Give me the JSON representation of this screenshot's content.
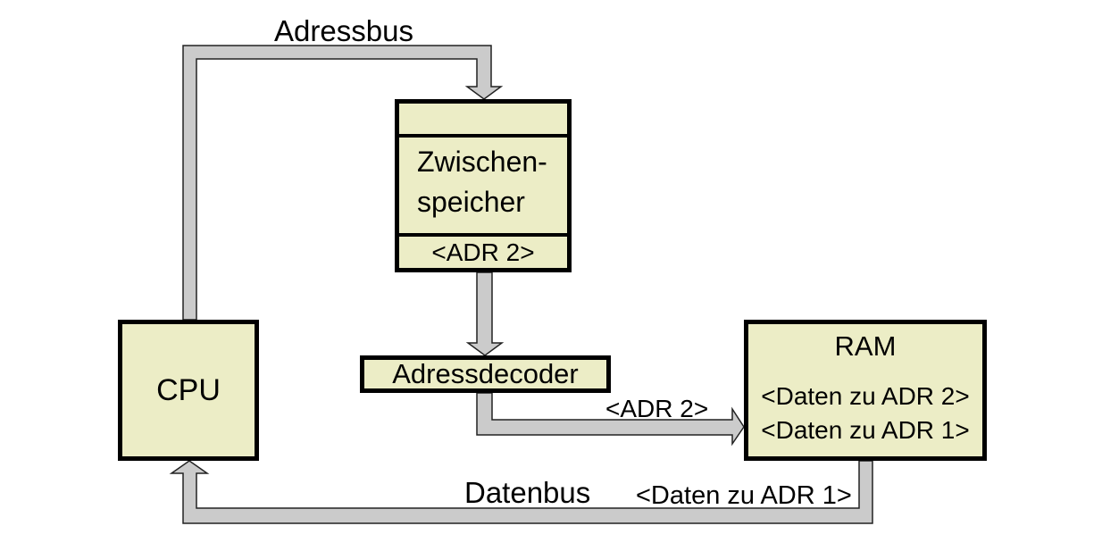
{
  "labels": {
    "adressbus": "Adressbus",
    "datenbus": "Datenbus",
    "datenbus_data": "<Daten zu ADR 1>",
    "adr2_to_ram": "<ADR 2>"
  },
  "boxes": {
    "cpu": {
      "label": "CPU"
    },
    "zwischenspeicher": {
      "name_line1": "Zwischen-",
      "name_line2": "speicher",
      "address": "<ADR 2>"
    },
    "adressdecoder": {
      "label": "Adressdecoder"
    },
    "ram": {
      "title": "RAM",
      "rows": [
        "<Daten zu ADR 2>",
        "<Daten zu ADR 1>"
      ]
    }
  },
  "colors": {
    "background": "#ffffff",
    "box_fill": "#ecedc6",
    "box_border": "#000000",
    "bus_fill": "#cbcbcb",
    "bus_outline": "#222222",
    "text": "#000000"
  }
}
